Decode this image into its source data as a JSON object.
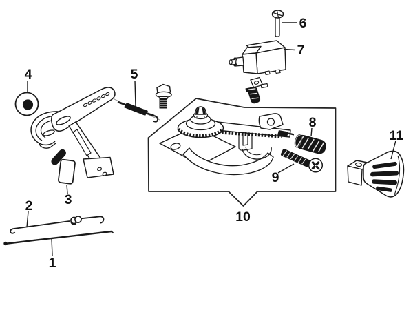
{
  "figure": {
    "colors": {
      "background": "#ffffff",
      "line": "#1a1a1a",
      "dark_fill": "#161616"
    },
    "callouts": [
      {
        "label": "1"
      },
      {
        "label": "2"
      },
      {
        "label": "3"
      },
      {
        "label": "4"
      },
      {
        "label": "5"
      },
      {
        "label": "6"
      },
      {
        "label": "7"
      },
      {
        "label": "8"
      },
      {
        "label": "9"
      },
      {
        "label": "10"
      },
      {
        "label": "11"
      }
    ]
  }
}
